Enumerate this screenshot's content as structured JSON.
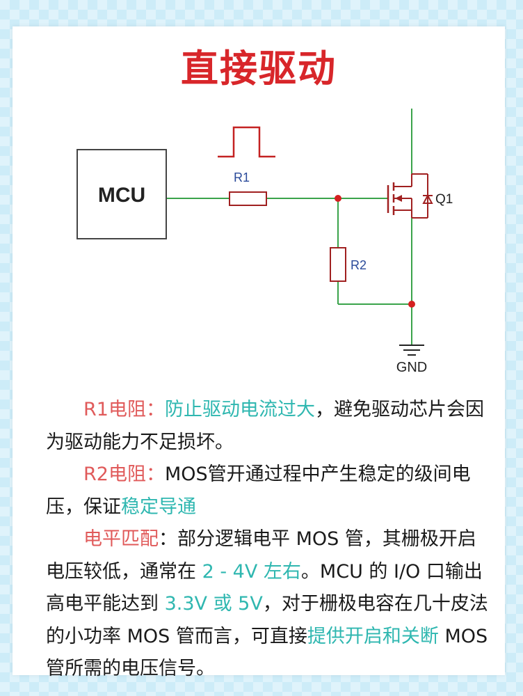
{
  "title": "直接驱动",
  "circuit": {
    "mcu_label": "MCU",
    "r1_label": "R1",
    "r2_label": "R2",
    "q1_label": "Q1",
    "gnd_label": "GND",
    "colors": {
      "wire": "#3aa34a",
      "component": "#a02020",
      "junction": "#d42020"
    }
  },
  "paragraphs": {
    "p1": {
      "label": "R1电阻：",
      "highlight": "防止驱动电流过大",
      "rest": "，避免驱动芯片会因为驱动能力不足损坏。"
    },
    "p2": {
      "label": "R2电阻：",
      "text": "MOS管开通过程中产生稳定的级间电压，保证",
      "highlight": "稳定导通"
    },
    "p3": {
      "label": "电平匹配",
      "t1": "：部分逻辑电平 MOS 管，其栅极开启电压较低，通常在 ",
      "h1": "2 - 4V 左右",
      "t2": "。MCU 的 I/O 口输出高电平能达到 ",
      "h2": "3.3V 或 5V",
      "t3": "，对于栅极电容在几十皮法的小功率 MOS 管而言，可直接",
      "h3": "提供开启和关断",
      "t4": " MOS 管所需的电压信号。"
    }
  }
}
